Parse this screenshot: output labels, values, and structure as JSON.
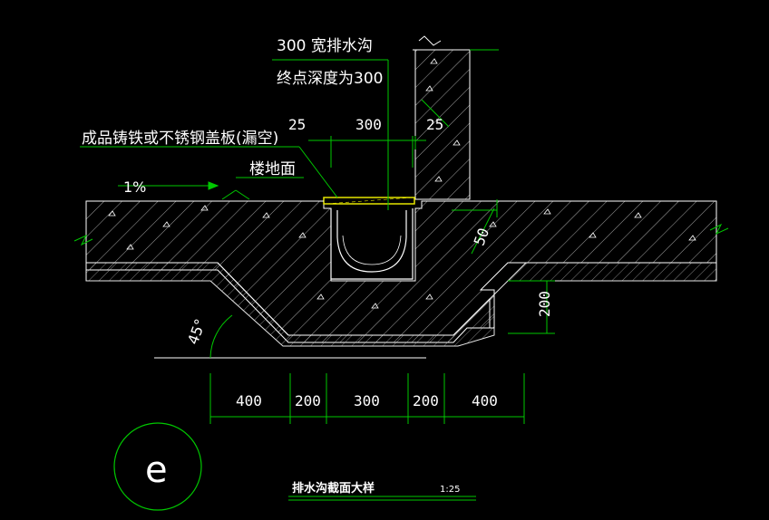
{
  "colors": {
    "background": "#000000",
    "outline": "#ffffff",
    "hatch": "#ffffff",
    "dimension": "#00c800",
    "cover_plate": "#e6e600",
    "leader": "#00c800"
  },
  "labels": {
    "ditch_width": "300  宽排水沟",
    "end_depth": "终点深度为300",
    "cover_plate": "成品铸铁或不锈钢盖板(漏空)",
    "floor_surface": "楼地面",
    "slope": "1%",
    "dim_25_left": "25",
    "dim_300_top": "300",
    "dim_25_right": "25",
    "dim_50": "50",
    "dim_200_right": "200",
    "angle": "45°",
    "section_mark": "e"
  },
  "bottom_dims": [
    "400",
    "200",
    "300",
    "200",
    "400"
  ],
  "title": {
    "name": "排水沟截面大样",
    "scale": "1:25"
  }
}
